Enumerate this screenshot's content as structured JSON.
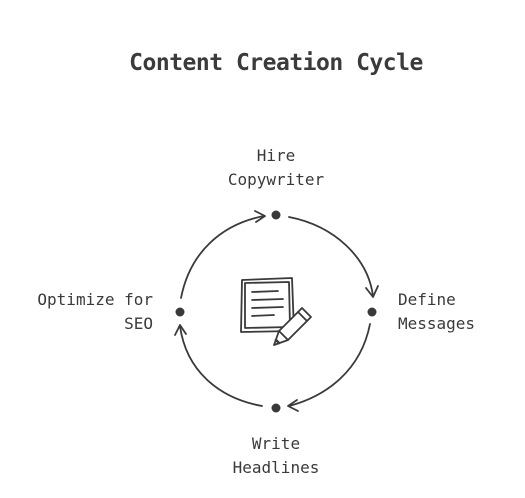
{
  "title": "Content Creation Cycle",
  "nodes": {
    "top": {
      "line1": "Hire",
      "line2": "Copywriter"
    },
    "right": {
      "line1": "Define",
      "line2": "Messages"
    },
    "bottom": {
      "line1": "Write",
      "line2": "Headlines"
    },
    "left": {
      "line1": "Optimize for",
      "line2": "SEO"
    }
  },
  "center_icon": "document-with-pencil-icon",
  "colors": {
    "stroke": "#3a3a3a",
    "text": "#3a3a3a"
  }
}
